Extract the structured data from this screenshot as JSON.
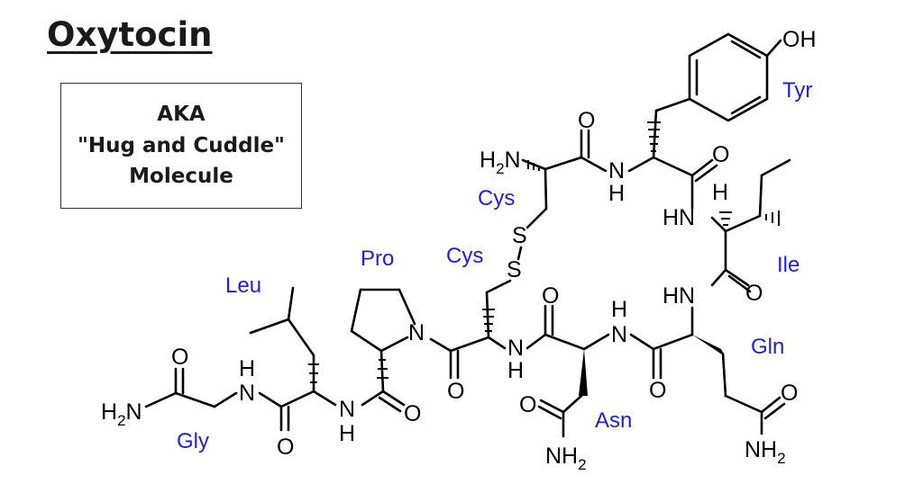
{
  "title": "Oxytocin",
  "aka_box": {
    "line1": "AKA",
    "line2": "\"Hug and Cuddle\"",
    "line3": "Molecule"
  },
  "residues": {
    "tyr": "Tyr",
    "cys1": "Cys",
    "ile": "Ile",
    "cys2": "Cys",
    "pro": "Pro",
    "leu": "Leu",
    "gln": "Gln",
    "asn": "Asn",
    "gly": "Gly"
  },
  "atoms": {
    "oh": "OH",
    "h2n_n_terminus": "H",
    "h2n_n_terminus_sub": "2",
    "h2n_n_terminus_main": "N",
    "h2n_gly_prefix": "H",
    "h2n_gly_sub": "2",
    "h2n_gly_main": "N",
    "nh2_asn_main": "NH",
    "nh2_asn_sub": "2",
    "nh2_gln_main": "NH",
    "nh2_gln_sub": "2",
    "o": "O",
    "n": "N",
    "h": "H",
    "hn": "HN",
    "s": "S"
  },
  "colors": {
    "residue_label": "#1f1fe0",
    "bond": "#000000",
    "text": "#1a1a1a"
  }
}
